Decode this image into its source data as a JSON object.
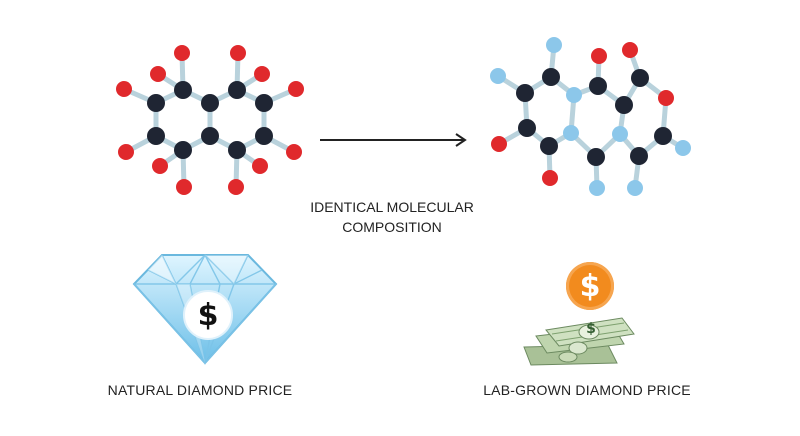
{
  "diagram": {
    "caption_line1": "IDENTICAL MOLECULAR",
    "caption_line2": "COMPOSITION",
    "natural_label": "NATURAL DIAMOND PRICE",
    "labgrown_label": "LAB-GROWN DIAMOND PRICE",
    "natural_icon_symbol": "$",
    "labgrown_coin_symbol": "$",
    "labgrown_bill_symbol": "$"
  },
  "icons": {
    "molecule_left": "natural-molecule-icon",
    "molecule_right": "lab-grown-molecule-icon",
    "arrow": "right-arrow-icon",
    "diamond": "diamond-icon",
    "coin": "dollar-coin-icon",
    "cash": "cash-stack-icon"
  },
  "colors": {
    "carbon": "#1f2533",
    "oxygen": "#e0292c",
    "hydrogen": "#8cc7ea",
    "bond": "#b9d2dc",
    "coin": "#f28b1e",
    "diamond": "#a8d8f0",
    "bill": "#b8cfa7"
  }
}
